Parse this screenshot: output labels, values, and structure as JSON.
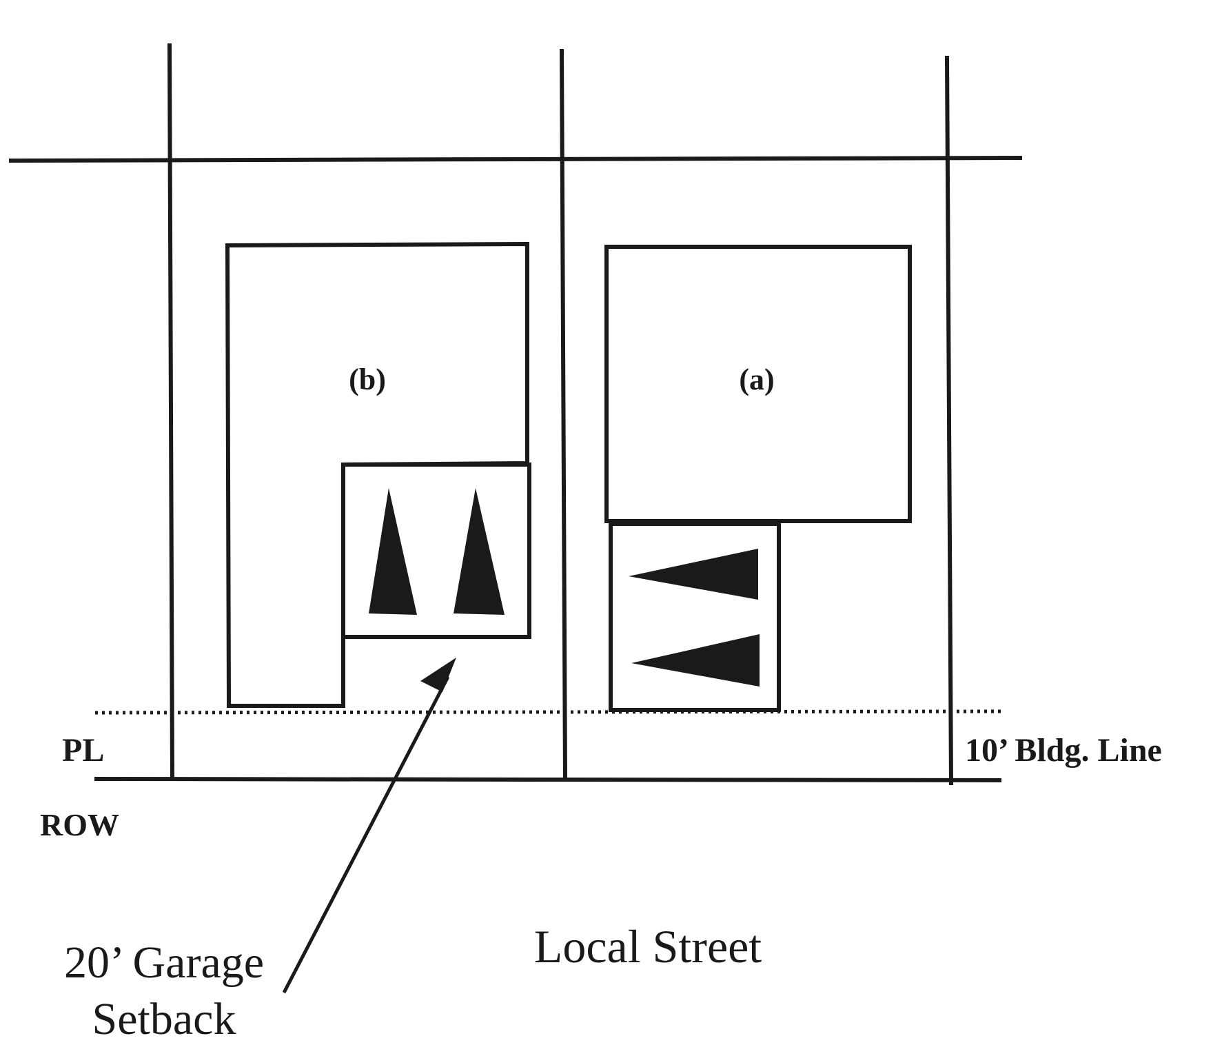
{
  "labels": {
    "lot_b": "(b)",
    "lot_a": "(a)",
    "property_line": "PL",
    "right_of_way": "ROW",
    "building_line": "10’ Bldg. Line",
    "street": "Local Street",
    "garage_setback_line1": "20’ Garage",
    "garage_setback_line2": "Setback"
  },
  "colors": {
    "ink": "#1a1a1a",
    "background": "#ffffff"
  }
}
